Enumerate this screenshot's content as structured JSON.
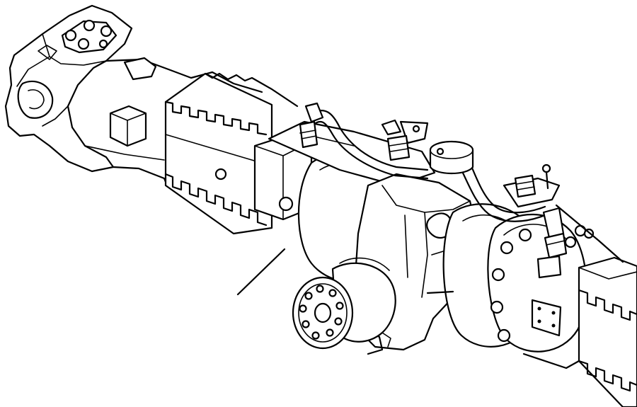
{
  "figure": {
    "background": "#ffffff",
    "line_color": "#000000",
    "parts": [
      "left-axle-housing",
      "left-knuckle-flange",
      "left-ribbed-housing",
      "center-differential-case",
      "input-flange",
      "right-hub-flange",
      "right-ribbed-housing",
      "breather-hose",
      "breather-fitting-left",
      "breather-fitting-right",
      "vent-cap",
      "mounting-plate",
      "leader-line"
    ]
  }
}
